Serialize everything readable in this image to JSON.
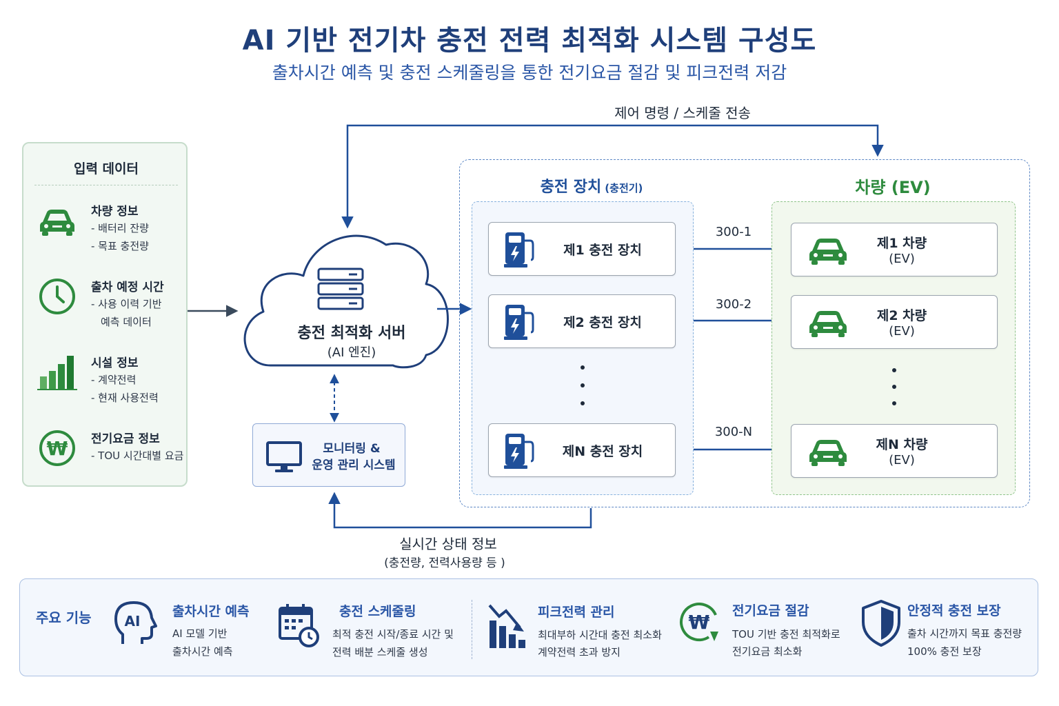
{
  "title": "AI 기반 전기차 충전 전력 최적화 시스템 구성도",
  "subtitle": "출차시간 예측 및 충전 스케줄링을 통한 전기요금 절감 및 피크전력 저감",
  "input": {
    "title": "입력 데이터",
    "items": [
      {
        "icon": "car-icon",
        "title": "차량 정보",
        "lines": [
          "- 배터리 잔량",
          "- 목표 충전량"
        ]
      },
      {
        "icon": "clock-icon",
        "title": "출차 예정 시간",
        "lines": [
          "- 사용 이력 기반",
          "예측 데이터"
        ]
      },
      {
        "icon": "bar-chart-icon",
        "title": "시설 정보",
        "lines": [
          "- 계약전력",
          "- 현재 사용전력"
        ]
      },
      {
        "icon": "won-coin-icon",
        "title": "전기요금 정보",
        "lines": [
          "- TOU 시간대별 요금"
        ]
      }
    ]
  },
  "server": {
    "title": "충전 최적화 서버",
    "subtitle": "(AI 엔진)",
    "icon": "server-icon"
  },
  "monitor": {
    "line1": "모니터링 &",
    "line2": "운영 관리 시스템",
    "icon": "monitor-icon"
  },
  "control_label": "제어 명령 / 스케줄 전송",
  "status_label": {
    "line1": "실시간 상태 정보",
    "line2": "(충전량, 전력사용량 등 )"
  },
  "chargers": {
    "header": "충전 장치",
    "header_sub": "(충전기)",
    "items": [
      {
        "label": "제1 충전 장치",
        "link": "300-1"
      },
      {
        "label": "제2 충전 장치",
        "link": "300-2"
      },
      {
        "label": "제N 충전 장치",
        "link": "300-N"
      }
    ]
  },
  "vehicles": {
    "header": "차량 (EV)",
    "items": [
      {
        "label": "제1 차량",
        "sub": "(EV)"
      },
      {
        "label": "제2 차량",
        "sub": "(EV)"
      },
      {
        "label": "제N 차량",
        "sub": "(EV)"
      }
    ]
  },
  "features": {
    "label": "주요 기능",
    "items": [
      {
        "icon": "ai-head-icon",
        "title": "출차시간 예측",
        "lines": [
          "AI 모델 기반",
          "출차시간 예측"
        ]
      },
      {
        "icon": "calendar-clock-icon",
        "title": "충전 스케줄링",
        "lines": [
          "최적 충전 시작/종료 시간 및",
          "전력 배분 스케줄 생성"
        ]
      },
      {
        "icon": "peak-down-chart-icon",
        "title": "피크전력 관리",
        "lines": [
          "최대부하 시간대 충전 최소화",
          "계약전력 초과 방지"
        ]
      },
      {
        "icon": "won-saving-icon",
        "title": "전기요금 절감",
        "lines": [
          "TOU 기반 충전 최적화로",
          "전기요금 최소화"
        ]
      },
      {
        "icon": "shield-icon",
        "title": "안정적 충전 보장",
        "lines": [
          "출차 시간까지 목표 충전량",
          "100% 충전 보장"
        ]
      }
    ]
  },
  "colors": {
    "navy": "#1f3f7a",
    "blue": "#2a56a6",
    "green": "#2e8b3e",
    "arrow": "#1f4f9a"
  }
}
